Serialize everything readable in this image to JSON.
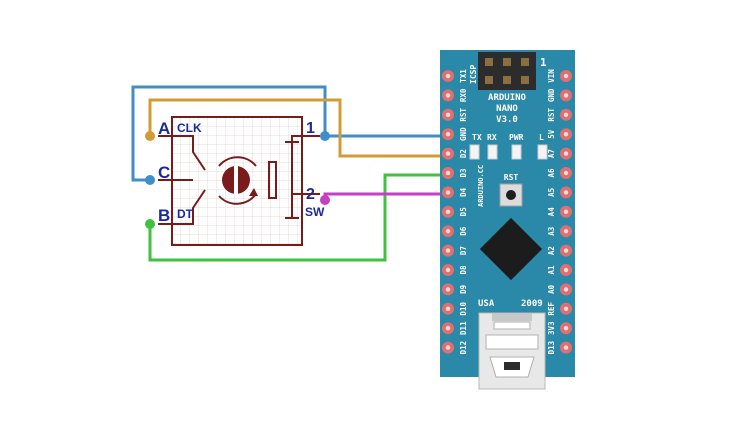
{
  "encoder": {
    "pin_a": "A",
    "pin_c": "C",
    "pin_b": "B",
    "label_clk": "CLK",
    "label_dt": "DT",
    "label_sw": "SW",
    "switch_pin_1": "1",
    "switch_pin_2": "2",
    "colors": {
      "outline": "#7a1a1a",
      "grid": "#e6d8d8",
      "letters": "#1a2a9c"
    }
  },
  "board": {
    "title_line1": "ARDUINO",
    "title_line2": "NANO",
    "title_line3": "V3.0",
    "icsp_label": "ICSP",
    "icsp_pin_one": "1",
    "led_labels": [
      "TX",
      "RX",
      "PWR",
      "L"
    ],
    "reset_label": "RST",
    "brand_label": "ARDUINO.CC",
    "country_label": "USA",
    "year_label": "2009",
    "left_header_pins": [
      "TX1",
      "RX0",
      "RST",
      "GND",
      "D2",
      "D3",
      "D4",
      "D5",
      "D6",
      "D7",
      "D8",
      "D9",
      "D10",
      "D11",
      "D12"
    ],
    "right_header_pins": [
      "VIN",
      "GND",
      "RST",
      "5V",
      "A7",
      "A6",
      "A5",
      "A4",
      "A3",
      "A2",
      "A1",
      "A0",
      "REF",
      "3V3",
      "D13"
    ],
    "colors": {
      "pcb": "#2a88a8",
      "pin": "#e07070",
      "pin_hole": "#f3dada"
    }
  },
  "wires": [
    {
      "from": "encoder.C",
      "to": "board.GND",
      "color": "#3f8ec7"
    },
    {
      "from": "encoder.A",
      "to": "board.D2",
      "color": "#d49b35"
    },
    {
      "from": "encoder.B",
      "to": "board.D3",
      "color": "#3fc23f"
    },
    {
      "from": "encoder.SW",
      "to": "board.D4",
      "color": "#c63ec6"
    }
  ]
}
